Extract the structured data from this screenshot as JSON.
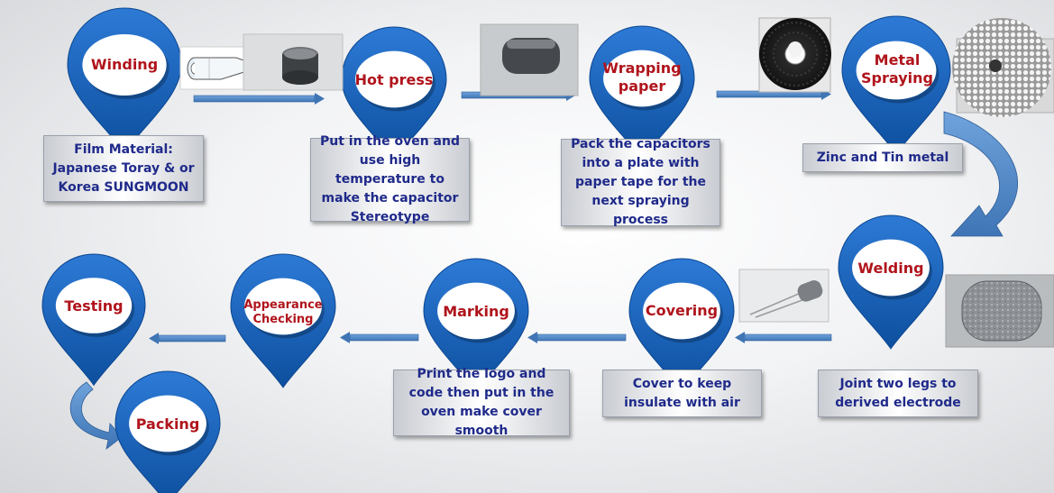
{
  "steps": {
    "winding": {
      "label": "Winding"
    },
    "hot_press": {
      "label": "Hot press"
    },
    "wrapping_paper": {
      "label": "Wrapping paper"
    },
    "metal_spraying": {
      "label": "Metal Spraying"
    },
    "welding": {
      "label": "Welding"
    },
    "covering": {
      "label": "Covering"
    },
    "marking": {
      "label": "Marking"
    },
    "appearance_checking": {
      "label": "Appearance Checking"
    },
    "testing": {
      "label": "Testing"
    },
    "packing": {
      "label": "Packing"
    }
  },
  "captions": {
    "film_material": "Film Material: Japanese Toray & or Korea SUNGMOON",
    "oven": "Put in the oven and use high temperature to make the capacitor Stereotype",
    "plate": "Pack the capacitors into a plate with paper tape for the next spraying process",
    "zinc_tin": "Zinc and Tin metal",
    "joint_legs": "Joint two legs to derived electrode",
    "cover": "Cover to keep insulate with air",
    "logo_code": "Print the logo and code then put in the oven make cover smooth"
  },
  "colors": {
    "pin_blue": "#1565c0",
    "pin_label_red": "#b0141c",
    "caption_text": "#1f2a8a",
    "arrow_blue": "#4a86c8"
  }
}
